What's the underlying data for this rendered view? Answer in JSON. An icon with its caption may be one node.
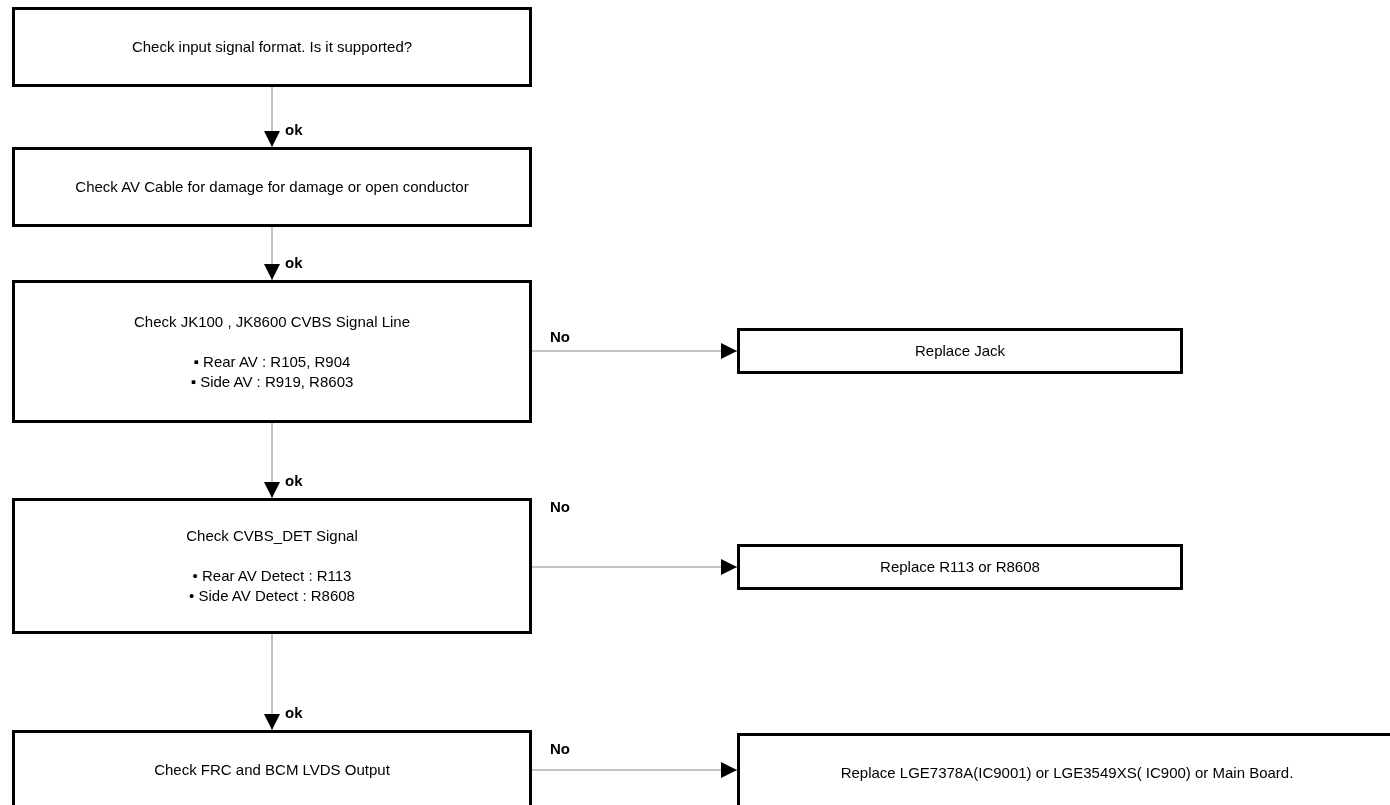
{
  "diagram": {
    "nodes": [
      {
        "text": [
          "Check input signal format. Is it supported?"
        ]
      },
      {
        "text": [
          "Check AV Cable for damage for damage or open conductor"
        ]
      },
      {
        "text": [
          "Check JK100 , JK8600 CVBS Signal Line",
          "▪ Rear AV : R105, R904",
          "▪ Side AV : R919, R8603"
        ]
      },
      {
        "text": [
          "Replace Jack"
        ]
      },
      {
        "text": [
          "Check CVBS_DET Signal",
          "• Rear AV Detect : R113",
          "• Side AV Detect : R8608"
        ]
      },
      {
        "text": [
          "Replace R113 or R8608"
        ]
      },
      {
        "text": [
          "Check FRC and BCM LVDS Output"
        ]
      },
      {
        "text": [
          "Replace LGE7378A(IC9001) or LGE3549XS( IC900) or Main Board."
        ]
      }
    ],
    "edges": [
      {
        "from": 0,
        "to": 1,
        "arrow": "to",
        "label": "ok"
      },
      {
        "from": 1,
        "to": 2,
        "arrow": "to",
        "label": "ok"
      },
      {
        "from": 2,
        "to": 3,
        "arrow": "to",
        "label": "No"
      },
      {
        "from": 2,
        "to": 4,
        "arrow": "to",
        "label": "ok"
      },
      {
        "from": 4,
        "to": 5,
        "arrow": "to",
        "label": "No"
      },
      {
        "from": 4,
        "to": 6,
        "arrow": "to",
        "label": "ok"
      },
      {
        "from": 6,
        "to": 7,
        "arrow": "to",
        "label": "No"
      }
    ]
  }
}
